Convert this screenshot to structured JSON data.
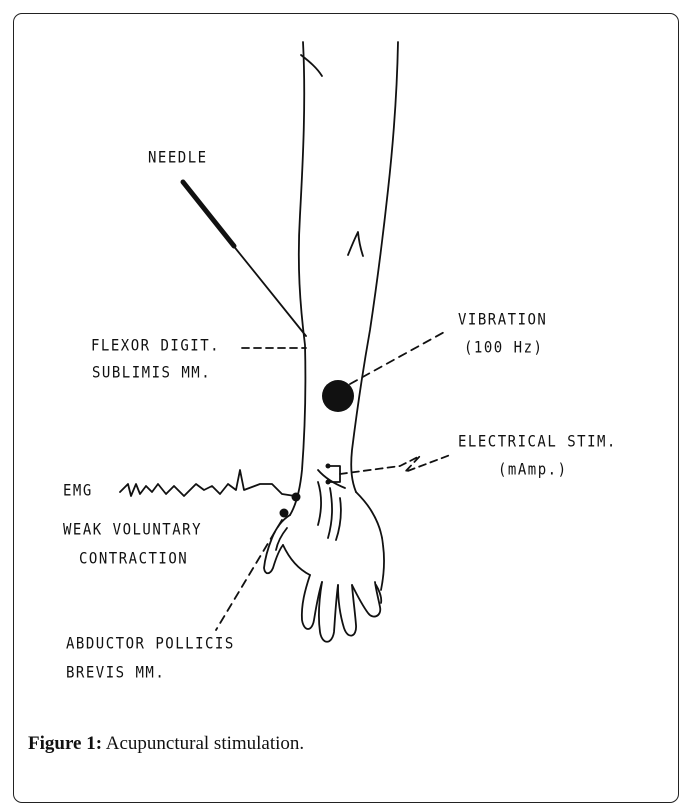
{
  "labels": {
    "needle": "NEEDLE",
    "vibration_line1": "VIBRATION",
    "vibration_line2": "(100 Hz)",
    "flexor_line1": "FLEXOR DIGIT.",
    "flexor_line2": "SUBLIMIS MM.",
    "electrical_line1": "ELECTRICAL STIM.",
    "electrical_line2": "(mAmp.)",
    "emg": "EMG",
    "weak_line1": "WEAK VOLUNTARY",
    "weak_line2": "CONTRACTION",
    "abductor_line1": "ABDUCTOR POLLICIS",
    "abductor_line2": "BREVIS MM."
  },
  "caption": {
    "label": "Figure 1:",
    "text": " Acupunctural stimulation."
  }
}
